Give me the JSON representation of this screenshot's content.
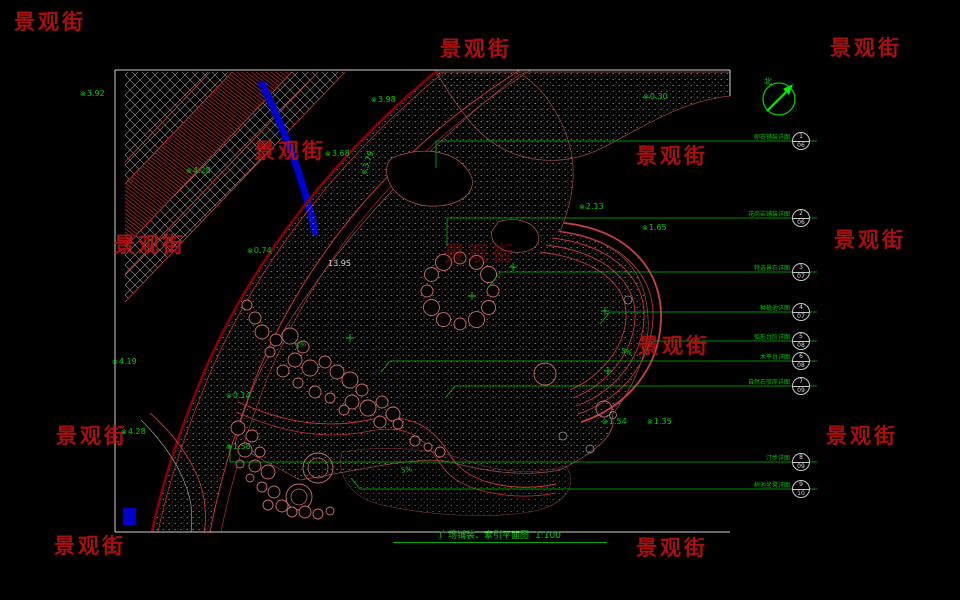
{
  "watermark": {
    "text": "景观街",
    "color": "#c11212"
  },
  "north": {
    "label": "北"
  },
  "symbols": {
    "elevation": "⊗"
  },
  "title_block": {
    "name": "广场铺装、索引平面图",
    "scale": "1:100"
  },
  "elevations": [
    {
      "value": "3.92"
    },
    {
      "value": "3.98"
    },
    {
      "value": "0.30"
    },
    {
      "value": "3.68"
    },
    {
      "value": "4.28"
    },
    {
      "value": "3.79"
    },
    {
      "value": "2.13"
    },
    {
      "value": "1.65"
    },
    {
      "value": "0.74"
    },
    {
      "value": "13.95"
    },
    {
      "value": "4.19"
    },
    {
      "value": "0.14"
    },
    {
      "value": "1.54"
    },
    {
      "value": "1.35"
    },
    {
      "value": "4.28"
    },
    {
      "value": "1.58"
    }
  ],
  "slopes": [
    "5%",
    "5%",
    "5%"
  ],
  "callouts": [
    {
      "label": "卵石铺装详图",
      "num": "1",
      "sheet": "06"
    },
    {
      "label": "花岗岩铺装详图",
      "num": "2",
      "sheet": "06"
    },
    {
      "label": "特选景石详图",
      "num": "3",
      "sheet": "07"
    },
    {
      "label": "种植池详图",
      "num": "4",
      "sheet": "07"
    },
    {
      "label": "弧形台阶详图",
      "num": "5",
      "sheet": "08"
    },
    {
      "label": "木平台详图",
      "num": "6",
      "sheet": "08"
    },
    {
      "label": "自然石驳岸详图",
      "num": "7",
      "sheet": "09"
    },
    {
      "label": "汀步详图",
      "num": "8",
      "sheet": "09"
    },
    {
      "label": "树池坐凳详图",
      "num": "9",
      "sheet": "10"
    }
  ]
}
